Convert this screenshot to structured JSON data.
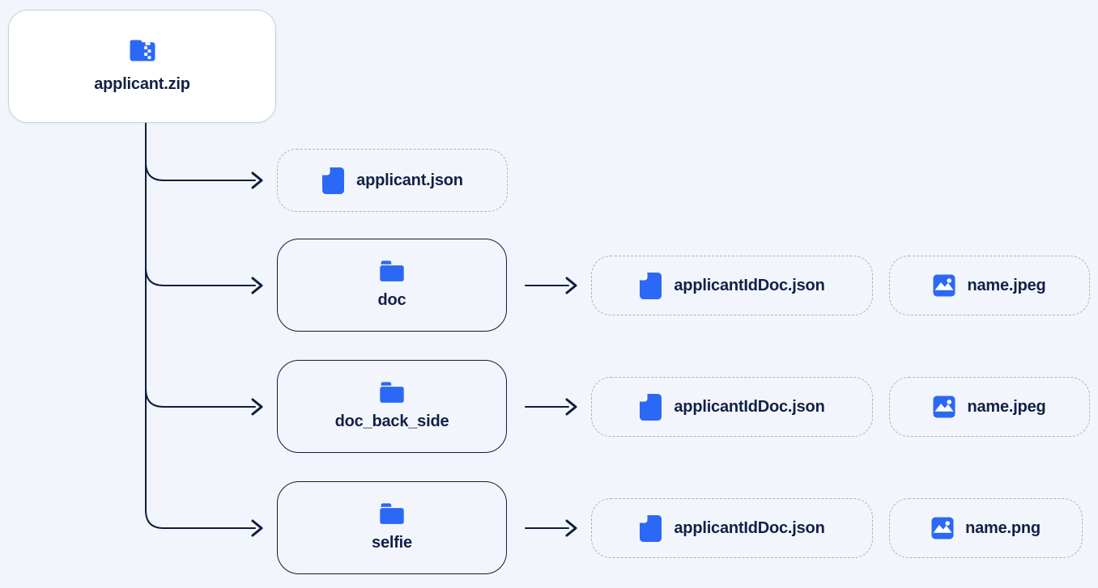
{
  "colors": {
    "background": "#f2f5fc",
    "accent_blue": "#2b68f6",
    "line_navy": "#0e1e3c",
    "text_navy": "#122145",
    "root_box_bg": "#ffffff",
    "root_box_border": "#c8d0dd",
    "dashed_border": "#a9b3c2"
  },
  "tree": {
    "root": {
      "label": "applicant.zip",
      "icon": "zip-folder-icon"
    },
    "children": [
      {
        "label": "applicant.json",
        "icon": "file-icon"
      },
      {
        "label": "doc",
        "icon": "folder-icon",
        "children": [
          {
            "label": "applicantIdDoc.json",
            "icon": "file-icon"
          },
          {
            "label": "name.jpeg",
            "icon": "image-icon"
          }
        ]
      },
      {
        "label": "doc_back_side",
        "icon": "folder-icon",
        "children": [
          {
            "label": "applicantIdDoc.json",
            "icon": "file-icon"
          },
          {
            "label": "name.jpeg",
            "icon": "image-icon"
          }
        ]
      },
      {
        "label": "selfie",
        "icon": "folder-icon",
        "children": [
          {
            "label": "applicantIdDoc.json",
            "icon": "file-icon"
          },
          {
            "label": "name.png",
            "icon": "image-icon"
          }
        ]
      }
    ]
  }
}
